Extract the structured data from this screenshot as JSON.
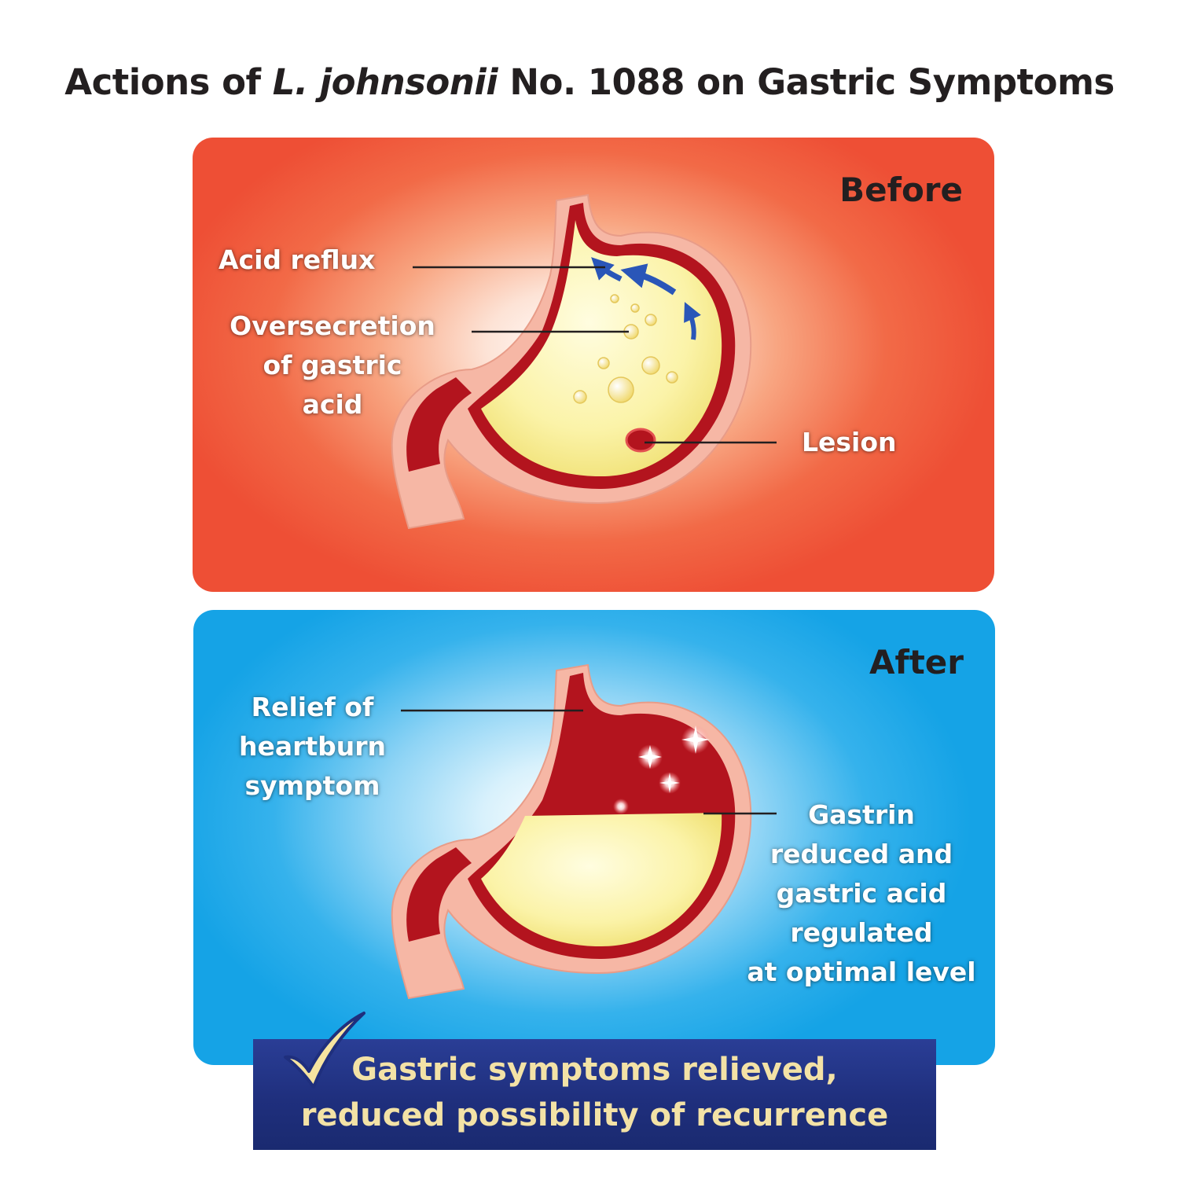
{
  "title": {
    "prefix": "Actions of",
    "species": "L. johnsonii",
    "suffix": "No. 1088 on Gastric Symptoms"
  },
  "before_panel": {
    "label": "Before",
    "callouts": {
      "acid_reflux": "Acid reflux",
      "oversecretion": [
        "Oversecretion",
        "of gastric",
        "acid"
      ],
      "lesion": "Lesion"
    }
  },
  "after_panel": {
    "label": "After",
    "callouts": {
      "relief": [
        "Relief of",
        "heartburn",
        "symptom"
      ],
      "gastrin": [
        "Gastrin",
        "reduced and",
        "gastric acid",
        "regulated",
        "at optimal level"
      ]
    }
  },
  "banner": {
    "lines": [
      "Gastric symptoms relieved,",
      "reduced possibility of recurrence"
    ]
  },
  "colors": {
    "before_panel": "#ee4f35",
    "after_panel": "#15a3e6",
    "banner": "#1f2f7d",
    "banner_text": "#f3e2a6",
    "stomach_outer": "#f6b7a5",
    "stomach_wall": "#b3141e",
    "acid": "#fbf3a8",
    "arrow": "#2a56b8",
    "check": "#f6e4a0"
  }
}
